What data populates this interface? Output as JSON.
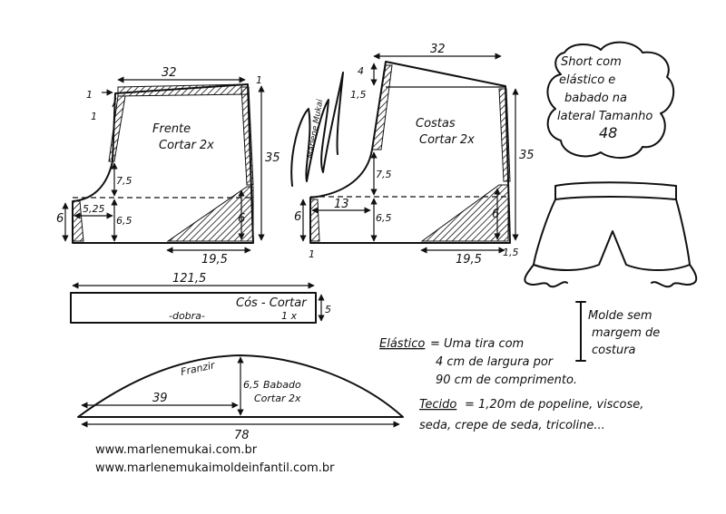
{
  "title_note": {
    "line1": "Short com",
    "line2": "elástico e",
    "line3": "babado na",
    "line4": "lateral Tamanho",
    "line5": "48"
  },
  "front": {
    "name": "Frente",
    "cut": "Cortar 2x",
    "top": "32",
    "side": "35",
    "crotch_h": "7,5",
    "crotch_w": "5,25",
    "inseam": "6,5",
    "left_h": "6",
    "hem": "19,5",
    "right_h": "6",
    "corner_top_left": "1",
    "corner_top_left_b": "1",
    "corner_top_right": "1"
  },
  "back": {
    "name": "Costas",
    "cut": "Cortar 2x",
    "top": "32",
    "side": "35",
    "rise": "1,5",
    "rise_b": "4",
    "crotch_h": "7,5",
    "crotch_w": "13",
    "inseam": "6,5",
    "left_h": "6",
    "hem": "19,5",
    "right_h": "6",
    "hem_right": "1,5",
    "corner_bottom_left": "1"
  },
  "waistband": {
    "width": "121,5",
    "name": "Cós - Cortar",
    "cut": "1 x",
    "fold": "-dobra-",
    "height": "5"
  },
  "ruffle": {
    "label": "Franzir",
    "name": "Babado",
    "height": "6,5",
    "cut": "Cortar 2x",
    "half": "39",
    "width": "78"
  },
  "signature": "Marlene Mukai",
  "mold_note": {
    "line1": "Molde sem",
    "line2": "margem de",
    "line3": "costura"
  },
  "elastic": {
    "label": "Elástico",
    "line1": "= Uma tira com",
    "line2": "4 cm de largura por",
    "line3": "90 cm de comprimento."
  },
  "fabric": {
    "label": "Tecido",
    "line1": "= 1,20m de popeline, viscose,",
    "line2": "seda, crepe de seda, tricoline..."
  },
  "urls": {
    "url1": "www.marlenemukai.com.br",
    "url2": "www.marlenemukaimoldeinfantil.com.br"
  }
}
